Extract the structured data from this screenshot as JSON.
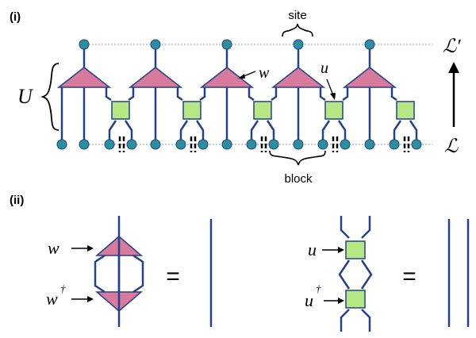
{
  "panel_i": {
    "label": "(i)",
    "site_label": "site",
    "block_label": "block",
    "U_label": "U",
    "w_label": "w",
    "u_label": "u",
    "L_prime_label": "ℒ′",
    "L_label": "ℒ"
  },
  "panel_ii": {
    "label": "(ii)",
    "w_label": "w",
    "w_dagger_label": "w",
    "dagger": "†",
    "u_label": "u",
    "u_dagger_label": "u",
    "equals_1": "=",
    "equals_2": "="
  },
  "colors": {
    "line": "#22428c",
    "node_fill": "#2b8f9e",
    "isometry_fill": "#d87a9c",
    "disentangler_fill": "#b5e885",
    "black": "#000000"
  }
}
